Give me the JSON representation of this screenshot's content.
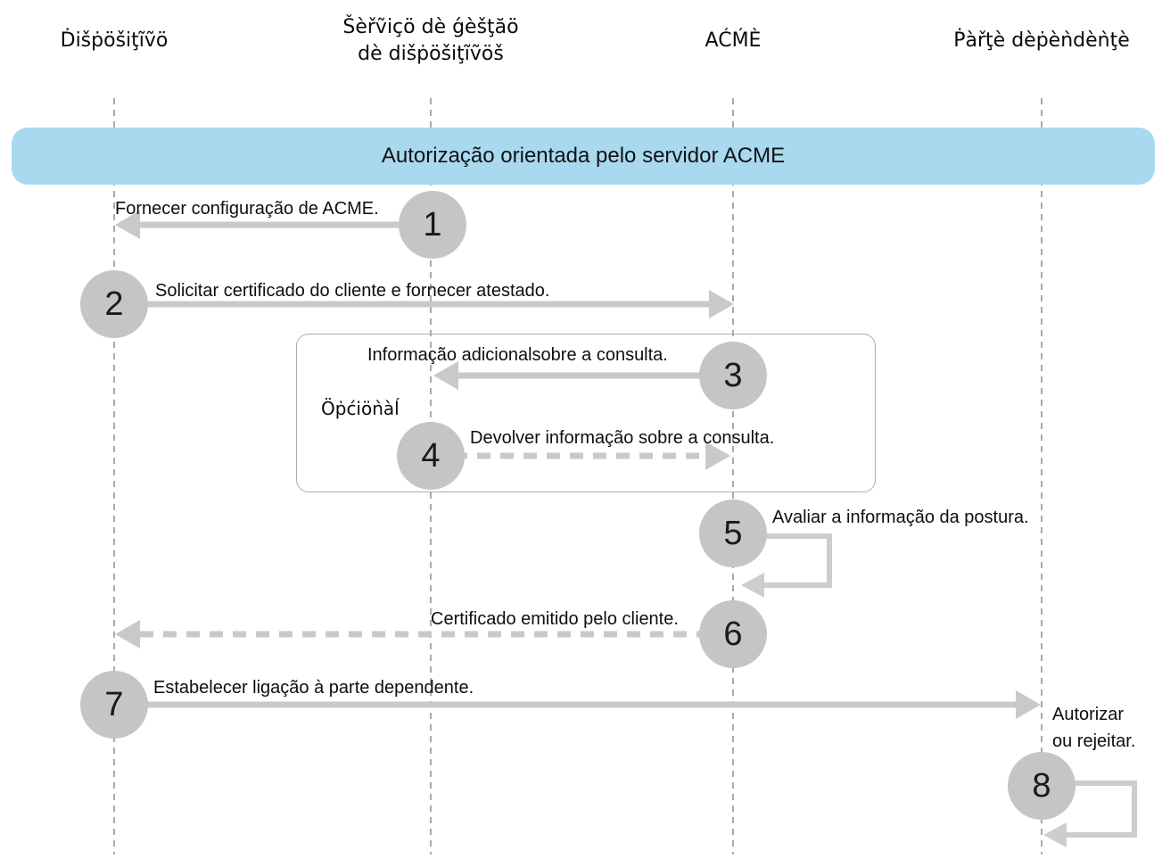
{
  "diagram": {
    "title_banner": {
      "label": "Autorização orientada pelo servidor ACME",
      "bg_color": "#a9d9ef"
    },
    "actors": [
      {
        "label": "Ḋišṗöšiţĩṽö"
      },
      {
        "label": "Šèřṽiçö dè ǵèšţăö\ndè dišṗöšiţĩṽöš"
      },
      {
        "label": "AĆḾÈ"
      },
      {
        "label": "Ṗàřţè dèṗèǹdèǹţè"
      }
    ],
    "optional_group": {
      "label": "Öṗćiöǹàĺ"
    },
    "steps": [
      {
        "number": "1",
        "label": "Fornecer configuração de ACME.",
        "arrow": "solid",
        "from_actor": 1,
        "to_actor": 0
      },
      {
        "number": "2",
        "label": "Solicitar certificado do cliente e fornecer atestado.",
        "arrow": "solid",
        "from_actor": 0,
        "to_actor": 2
      },
      {
        "number": "3",
        "label": "Informação adicionalsobre a consulta.",
        "arrow": "solid",
        "from_actor": 2,
        "to_actor": 1,
        "group": "optional"
      },
      {
        "number": "4",
        "label": "Devolver informação sobre a consulta.",
        "arrow": "dashed",
        "from_actor": 1,
        "to_actor": 2,
        "group": "optional"
      },
      {
        "number": "5",
        "label": "Avaliar a informação da postura.",
        "arrow": "self-loop",
        "from_actor": 2,
        "to_actor": 2
      },
      {
        "number": "6",
        "label": "Certificado emitido pelo cliente.",
        "arrow": "dashed",
        "from_actor": 2,
        "to_actor": 0
      },
      {
        "number": "7",
        "label": "Estabelecer ligação à parte dependente.",
        "arrow": "solid",
        "from_actor": 0,
        "to_actor": 3
      },
      {
        "number": "8",
        "label": "Autorizar\nou rejeitar.",
        "arrow": "self-loop",
        "from_actor": 3,
        "to_actor": 3
      }
    ],
    "colors": {
      "banner_bg": "#a9d9ef",
      "step_circle": "#c5c5c5",
      "arrow": "#c9c9c9",
      "lifeline": "#8e8e8e",
      "optional_border": "#aeaeae",
      "text": "#111111"
    }
  }
}
